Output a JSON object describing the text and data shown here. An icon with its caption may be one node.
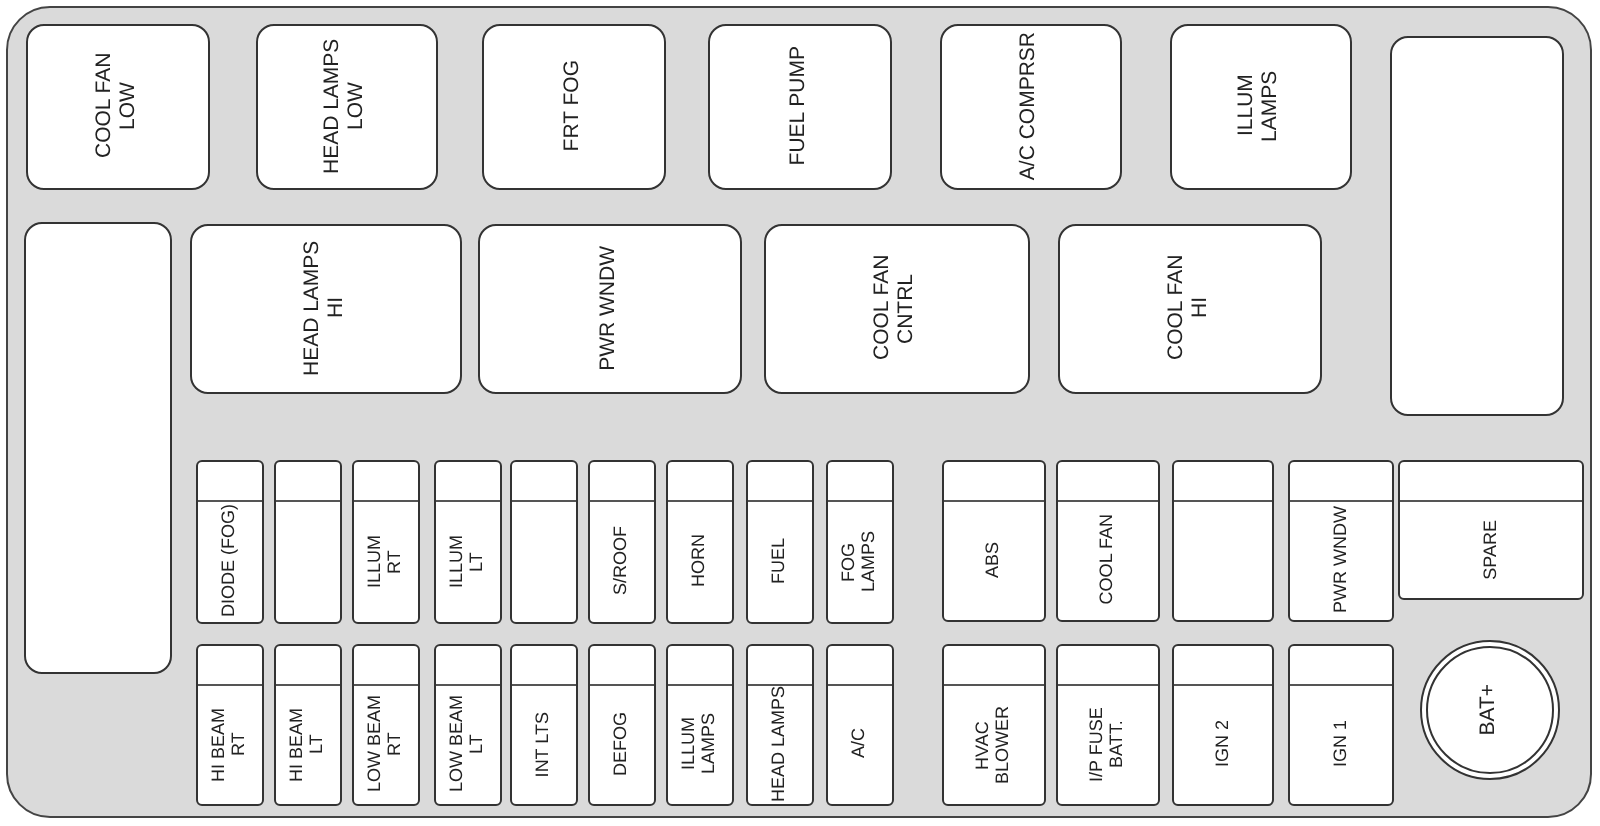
{
  "diagram": {
    "nodes": [
      {
        "text": [],
        "shape": "box"
      },
      {
        "text": [
          "COOL FAN LOW"
        ],
        "in": 0
      },
      {
        "text": [
          "HEAD LAMPS LOW"
        ],
        "in": 0
      },
      {
        "text": [
          "FRT FOG"
        ],
        "in": 0
      },
      {
        "text": [
          "FUEL PUMP"
        ],
        "in": 0
      },
      {
        "text": [
          "A/C COMPRSR"
        ],
        "in": 0
      },
      {
        "text": [
          "ILLUM LAMPS"
        ],
        "in": 0
      },
      {
        "text": [],
        "shape": "box",
        "in": 0
      },
      {
        "text": [],
        "shape": "box",
        "in": 0
      },
      {
        "text": [
          "HEAD LAMPS HI"
        ],
        "in": 0
      },
      {
        "text": [
          "PWR WNDW"
        ],
        "in": 0
      },
      {
        "text": [
          "COOL FAN CNTRL"
        ],
        "in": 0
      },
      {
        "text": [
          "COOL FAN HI"
        ],
        "in": 0
      },
      {
        "text": [
          "DIODE (FOG)"
        ],
        "in": 0
      },
      {
        "text": [],
        "shape": "box",
        "in": 0
      },
      {
        "text": [
          "ILLUM RT"
        ],
        "in": 0
      },
      {
        "text": [
          "ILLUM LT"
        ],
        "in": 0
      },
      {
        "text": [],
        "shape": "box",
        "in": 0
      },
      {
        "text": [
          "S/ROOF"
        ],
        "in": 0
      },
      {
        "text": [
          "HORN"
        ],
        "in": 0
      },
      {
        "text": [
          "FUEL"
        ],
        "in": 0
      },
      {
        "text": [
          "FOG LAMPS"
        ],
        "in": 0
      },
      {
        "text": [
          "ABS"
        ],
        "in": 0
      },
      {
        "text": [
          "COOL FAN"
        ],
        "in": 0
      },
      {
        "text": [],
        "shape": "box",
        "in": 0
      },
      {
        "text": [
          "PWR WNDW"
        ],
        "in": 0
      },
      {
        "text": [
          "SPARE"
        ],
        "in": 0
      },
      {
        "text": [
          "HI BEAM RT"
        ],
        "in": 0
      },
      {
        "text": [
          "HI BEAM LT"
        ],
        "in": 0
      },
      {
        "text": [
          "LOW BEAM RT"
        ],
        "in": 0
      },
      {
        "text": [
          "LOW BEAM LT"
        ],
        "in": 0
      },
      {
        "text": [
          "INT LTS"
        ],
        "in": 0
      },
      {
        "text": [
          "DEFOG"
        ],
        "in": 0
      },
      {
        "text": [
          "ILLUM LAMPS"
        ],
        "in": 0
      },
      {
        "text": [
          "HEAD LAMPS"
        ],
        "in": 0
      },
      {
        "text": [
          "A/C"
        ],
        "in": 0
      },
      {
        "text": [
          "HVAC BLOWER"
        ],
        "in": 0
      },
      {
        "text": [
          "I/P FUSE BATT."
        ],
        "in": 0
      },
      {
        "text": [
          "IGN 2"
        ],
        "in": 0
      },
      {
        "text": [
          "IGN 1"
        ],
        "in": 0
      },
      {
        "text": [
          "BAT+"
        ],
        "in": 0
      }
    ]
  }
}
